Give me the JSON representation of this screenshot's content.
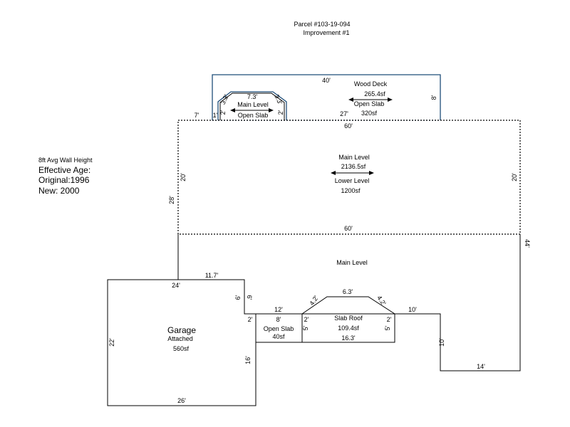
{
  "header": {
    "parcel": "Parcel #103-19-094",
    "improvement": "Improvement #1"
  },
  "notes": {
    "wall_height": "8ft Avg Wall Height",
    "effective_age": "Effective Age:",
    "original": "Original:1996",
    "new": "New: 2000"
  },
  "areas": {
    "wood_deck": {
      "name": "Wood Deck",
      "area": "265.4sf",
      "sub_name": "Open Slab",
      "sub_area": "320sf"
    },
    "small_bay": {
      "name": "Main Level",
      "sub_name": "Open Slab"
    },
    "main_block": {
      "name": "Main Level",
      "area": "2136.5sf",
      "sub_name": "Lower Level",
      "sub_area": "1200sf"
    },
    "main_level_lower": {
      "name": "Main Level"
    },
    "garage": {
      "name": "Garage",
      "type": "Attached",
      "area": "560sf"
    },
    "open_slab": {
      "name": "Open Slab",
      "area": "40sf"
    },
    "slab_roof": {
      "name": "Slab Roof",
      "area": "109.4sf"
    }
  },
  "dimensions": {
    "deck_top": "40'",
    "deck_right": "8'",
    "deck_bottom": "27'",
    "bay_top": "7.3'",
    "bay_diag_left": "3.3'",
    "bay_diag_right": "3.3'",
    "bay_side_left": "2'",
    "bay_side_right": "2'",
    "left_offset_top": "7'",
    "left_offset_small": "1'",
    "main_top": "60'",
    "main_left": "20'",
    "main_right": "20'",
    "main_bottom": "60'",
    "outer_left": "28'",
    "right_long": "44'",
    "step_top": "11.7'",
    "garage_top": "24'",
    "notch_a": "6'",
    "notch_b": "6'",
    "slab_top": "12'",
    "slab_left": "2'",
    "slab_width": "8'",
    "slab_right_side": "5'",
    "roof_left": "2'",
    "roof_top": "6.3'",
    "roof_diag_left": "4.2'",
    "roof_diag_right": "4.2'",
    "roof_right": "2'",
    "roof_side": "5'",
    "roof_bottom": "16.3'",
    "right_step": "10'",
    "right_vertical": "10'",
    "bottom_right": "14'",
    "garage_left": "22'",
    "garage_right": "16'",
    "garage_bottom": "26'"
  },
  "colors": {
    "deck_outline": "#1f4e79",
    "walls": "#000000"
  }
}
